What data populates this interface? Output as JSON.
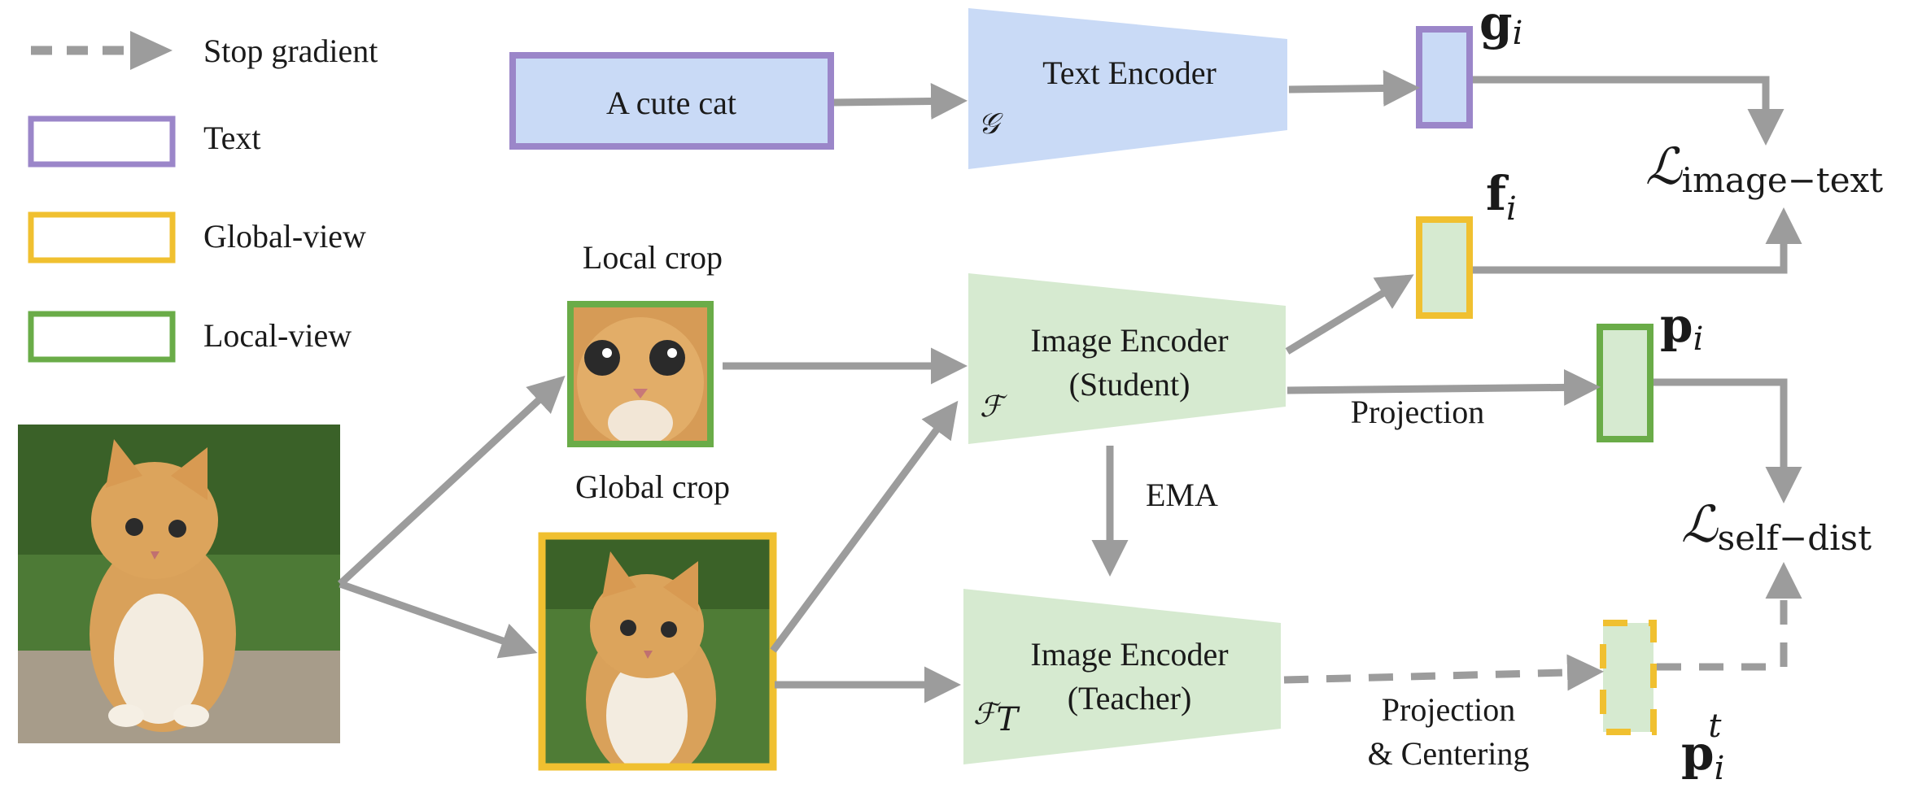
{
  "colors": {
    "text_border": "#9b86c9",
    "global_border": "#f0c030",
    "local_border": "#6aac48",
    "text_fill": "#c9daf6",
    "image_fill": "#d6ead0",
    "arrow": "#9c9c9c"
  },
  "legend": {
    "stop_gradient": "Stop gradient",
    "text": "Text",
    "global_view": "Global-view",
    "local_view": "Local-view"
  },
  "text_input": "A cute cat",
  "text_encoder": {
    "label": "Text Encoder",
    "symbol": "𝒢"
  },
  "crops": {
    "local_label": "Local crop",
    "global_label": "Global crop"
  },
  "student": {
    "line1": "Image Encoder",
    "line2": "(Student)",
    "symbol": "ℱ"
  },
  "teacher": {
    "line1": "Image Encoder",
    "line2": "(Teacher)",
    "symbol": "ℱ",
    "symbol_sub": "T"
  },
  "ema": "EMA",
  "projection": "Projection",
  "projection_centering": {
    "line1": "Projection",
    "line2": "& Centering"
  },
  "vectors": {
    "g": {
      "base": "g",
      "sub": "i"
    },
    "f": {
      "base": "f",
      "sub": "i"
    },
    "p": {
      "base": "p",
      "sub": "i"
    },
    "pt": {
      "base": "p",
      "sub": "i",
      "sup": "t"
    }
  },
  "losses": {
    "image_text": {
      "symbol": "ℒ",
      "sub": "image−text"
    },
    "self_dist": {
      "symbol": "ℒ",
      "sub": "self−dist"
    }
  }
}
